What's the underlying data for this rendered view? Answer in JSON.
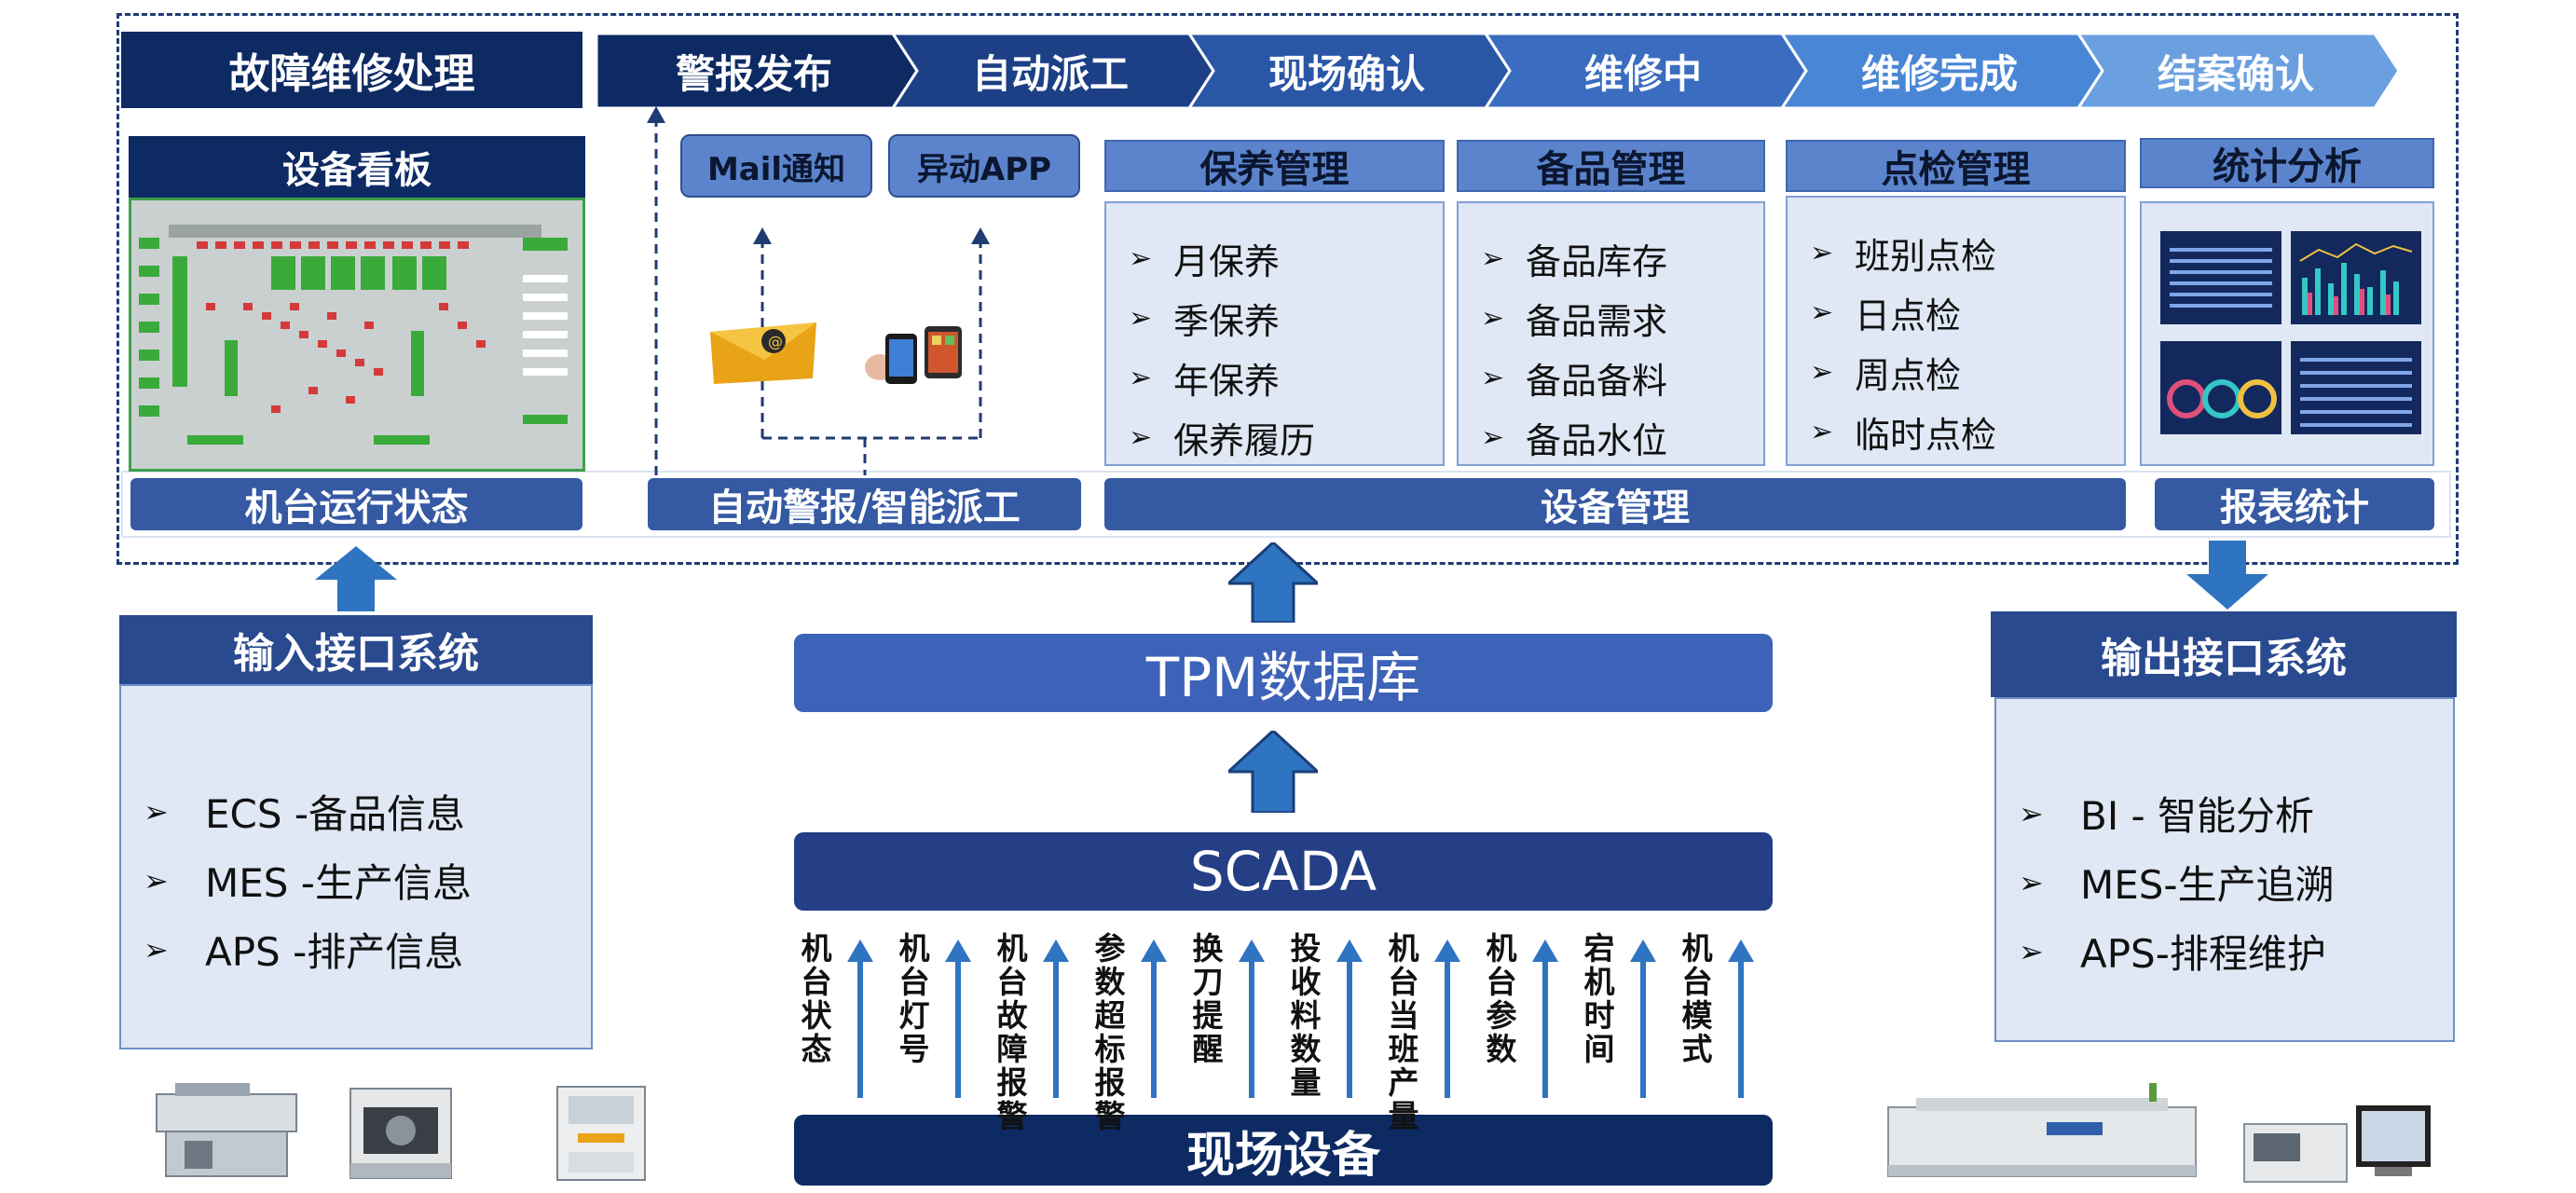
{
  "process": {
    "title": "故障维修处理",
    "steps": [
      "警报发布",
      "自动派工",
      "现场确认",
      "维修中",
      "维修完成",
      "结案确认"
    ],
    "step_colors": [
      "#0d2a63",
      "#1c3f86",
      "#2a56a6",
      "#3a6cc0",
      "#4a86d6",
      "#6aa0e0"
    ]
  },
  "board": {
    "title": "设备看板",
    "band": "机台运行状态"
  },
  "alarm": {
    "mail_label": "Mail通知",
    "app_label": "异动APP",
    "band": "自动警报/智能派工"
  },
  "modules": [
    {
      "title": "保养管理",
      "items": [
        "月保养",
        "季保养",
        "年保养",
        "保养履历"
      ]
    },
    {
      "title": "备品管理",
      "items": [
        "备品库存",
        "备品需求",
        "备品备料",
        "备品水位"
      ]
    },
    {
      "title": "点检管理",
      "items": [
        "班别点检",
        "日点检",
        "周点检",
        "临时点检"
      ]
    },
    {
      "title": "统计分析",
      "items": []
    }
  ],
  "equipment_band": "设备管理",
  "report_band": "报表统计",
  "input_system": {
    "title": "输入接口系统",
    "items": [
      "ECS  -备品信息",
      "MES -生产信息",
      "APS  -排产信息"
    ]
  },
  "output_system": {
    "title": "输出接口系统",
    "items": [
      "BI  - 智能分析",
      "MES-生产追溯",
      "APS-排程维护"
    ]
  },
  "tpm_db": "TPM数据库",
  "scada": "SCADA",
  "field_equipment": "现场设备",
  "signals": [
    "机台状态",
    "机台灯号",
    "机台故障报警",
    "参数超标报警",
    "换刀提醒",
    "投收料数量",
    "机台当班产量",
    "机台参数",
    "宕机时间",
    "机台模式"
  ],
  "colors": {
    "navy": "#0d2a63",
    "mid_blue": "#3559a3",
    "light_blue": "#5b84cc",
    "panel_bg": "#dfe8f4",
    "arrow_blue": "#2f74c0",
    "tpm_bar": "#3d63b8",
    "scada_bar": "#243f86",
    "field_bar": "#0d2a63"
  },
  "icons": [
    "mail-envelope-icon",
    "phone-app-icon",
    "arrow-up-icon",
    "arrow-down-icon",
    "bullet-arrow-icon"
  ]
}
